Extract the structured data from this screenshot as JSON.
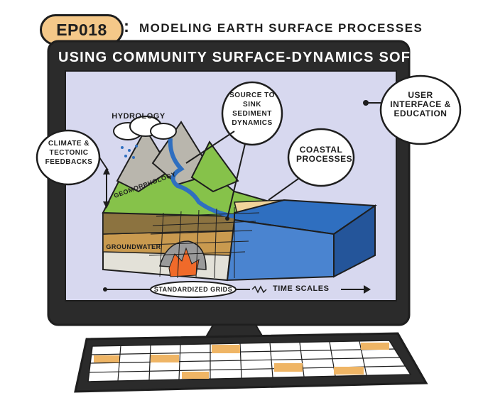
{
  "episode_badge": "EP018",
  "episode_colon": ":",
  "episode_title": "MODELING EARTH SURFACE PROCESSES",
  "screen_title": "USING COMMUNITY SURFACE-DYNAMICS SOFTWARE",
  "labels": {
    "hydrology": "HYDROLOGY",
    "geomorphology": "GEOMORPHOLOGY",
    "groundwater": "GROUNDWATER",
    "source_to_sink": "SOURCE TO SINK SEDIMENT DYNAMICS",
    "climate": "CLIMATE & TECTONIC FEEDBACKS",
    "coastal": "COASTAL PROCESSES",
    "user_interface": "USER INTERFACE & EDUCATION",
    "standardized_grids": "STANDARDIZED GRIDS",
    "time_scales": "TIME SCALES"
  },
  "colors": {
    "outline": "#1e1e1e",
    "badge": "#f4c889",
    "screen_bg": "#d7d8ef",
    "water": "#2f6fc0",
    "land_green": "#86c24a",
    "mountain_gray": "#b9b6ad",
    "soil": "#c99a4f",
    "key_orange": "#efb565"
  }
}
